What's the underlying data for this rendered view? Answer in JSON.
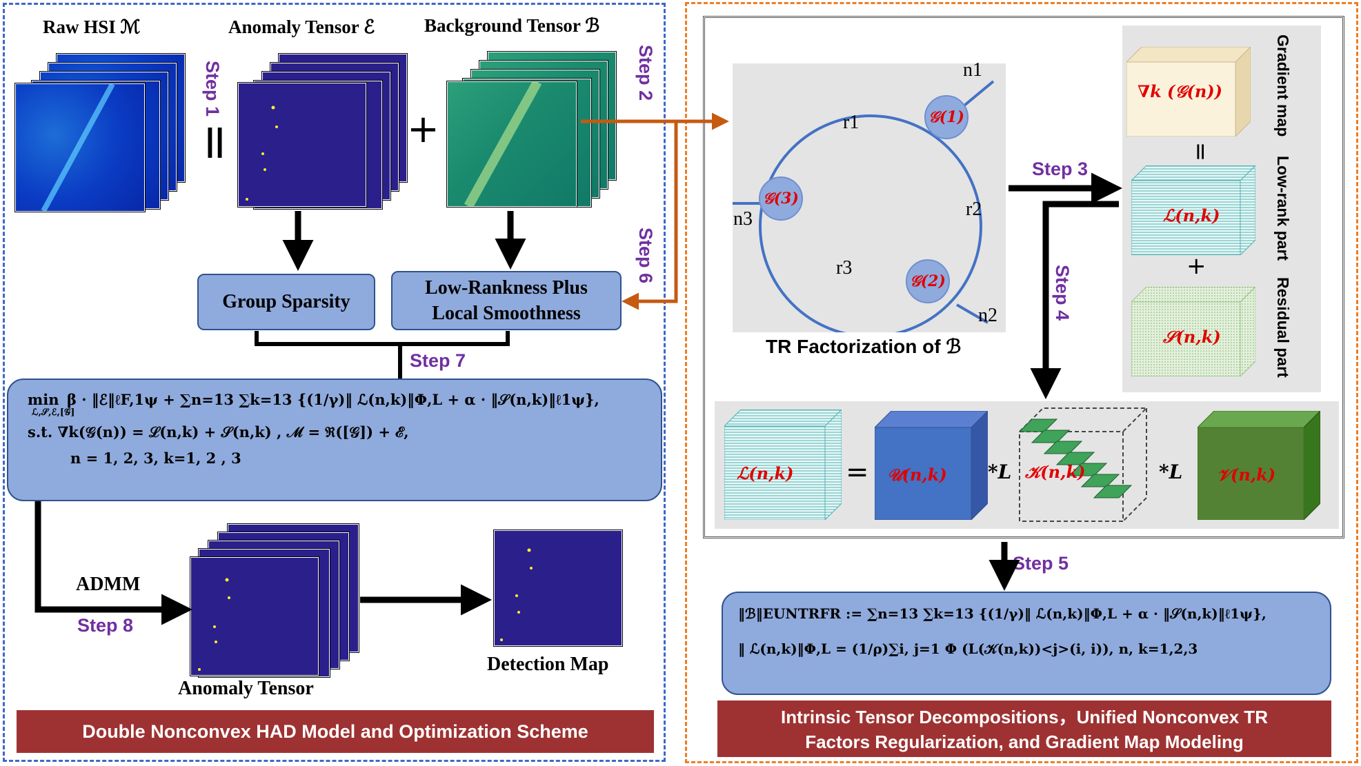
{
  "left": {
    "titles": {
      "raw": "Raw HSI ℳ",
      "anomaly": "Anomaly Tensor ℰ",
      "background": "Background Tensor ℬ"
    },
    "steps": {
      "s1": "Step 1",
      "s2": "Step 2",
      "s6": "Step 6",
      "s7": "Step 7",
      "s8": "Step 8"
    },
    "equal": "=",
    "plus": "+",
    "group_sparsity": "Group Sparsity",
    "lowrank_line1": "Low-Rankness Plus",
    "lowrank_line2": "Local Smoothness",
    "formula": {
      "line1": "min  β · ‖ℰ‖ℓF,1ψ + ∑n=13 ∑k=13 {(1/γ)‖ ℒ(n,k)‖Φ,L + α · ‖𝒮(n,k)‖ℓ1ψ},",
      "min_sub": "ℒ,𝒮,ℰ,[𝒢]",
      "line2": "s.t.  ∇k(𝒢(n)) = ℒ(n,k) + 𝒮(n,k) ,  ℳ = ℜ([𝒢]) + ℰ,",
      "line3": "n = 1, 2, 3,  k=1, 2 , 3"
    },
    "admm": "ADMM",
    "anomaly_bottom": "Anomaly Tensor",
    "detection_map": "Detection Map",
    "banner": "Double Nonconvex  HAD Model and Optimization Scheme"
  },
  "right": {
    "nodes": {
      "g1": "𝒢(1)",
      "g2": "𝒢(2)",
      "g3": "𝒢(3)"
    },
    "ranks": {
      "r1": "r1",
      "r2": "r2",
      "r3": "r3"
    },
    "dims": {
      "n1": "n1",
      "n2": "n2",
      "n3": "n3"
    },
    "tr_caption": "TR Factorization of ℬ",
    "steps": {
      "s3": "Step 3",
      "s4": "Step 4",
      "s5": "Step 5"
    },
    "gradient_cube": "∇k (𝒢(n))",
    "lowrank_cube": "ℒ(n,k)",
    "residual_cube": "𝒮(n,k)",
    "side_gradient": "Gradient map",
    "side_lowrank": "Low-rank part",
    "side_residual": "Residual part",
    "eq_sign": "=",
    "plus": "+",
    "tp_L": "ℒ(n,k)",
    "tp_U": "𝒰(n,k)",
    "tp_K": "𝒦(n,k)",
    "tp_V": "𝒱(n,k)",
    "tp_op": "*L",
    "formula": {
      "line1": "‖ℬ‖EUNTRFR := ∑n=13 ∑k=13 {(1/γ)‖ ℒ(n,k)‖Φ,L + α · ‖𝒮(n,k)‖ℓ1ψ},",
      "line2": "‖ ℒ(n,k)‖Φ,L = (1/ρ)∑i, j=1 Φ (L(𝒦(n,k))<j>(i, i)),  n, k=1,2,3"
    },
    "banner_line1": "Intrinsic Tensor Decompositions，Unified Nonconvex TR",
    "banner_line2": "Factors Regularization,  and Gradient Map Modeling"
  },
  "colors": {
    "left_border": "#3f67c6",
    "right_border": "#ef7d22",
    "box_fill": "#8faadc",
    "banner": "#9e3232",
    "step_text": "#7030a0",
    "arrow_orange": "#c55a11",
    "formula_red": "#e00000"
  }
}
